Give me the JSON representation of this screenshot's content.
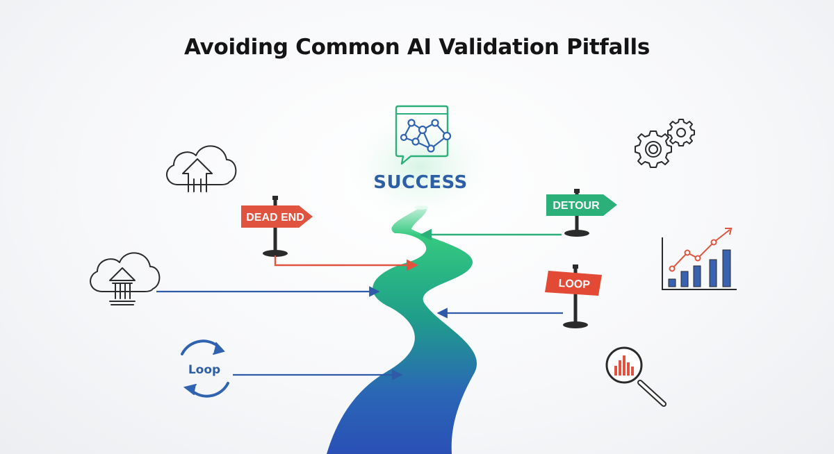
{
  "title": "Avoiding Common AI Validation Pitfalls",
  "goal": {
    "label": "SUCCESS",
    "icon": "network-graph-chat-icon"
  },
  "signs": {
    "dead_end": "DEAD END",
    "detour": "DETOUR",
    "loop_sign": "LOOP",
    "loop_cycle": "Loop"
  },
  "icons": [
    "cloud-upload-icon",
    "cloud-institution-icon",
    "gears-icon",
    "bar-chart-trend-icon",
    "magnifier-chart-icon"
  ],
  "colors": {
    "path_top": "#2ec27e",
    "path_bottom": "#2a55b8",
    "dead_end": "#e0533f",
    "detour": "#2bb07a",
    "loop_sign": "#e34a35",
    "blue_arrow": "#2f5aa8",
    "success_text": "#2d5fa6"
  }
}
